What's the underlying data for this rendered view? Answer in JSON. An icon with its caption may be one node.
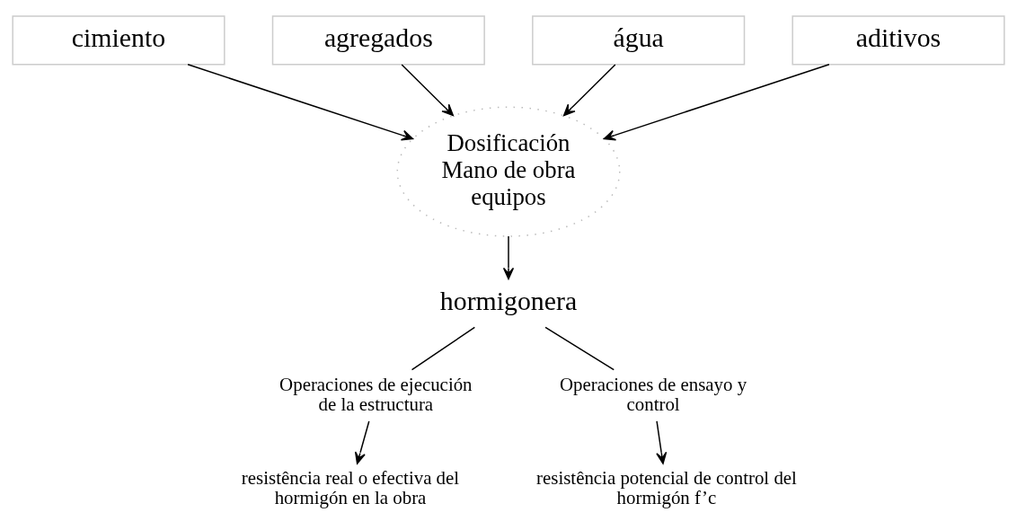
{
  "diagram": {
    "nodes": [
      {
        "text": [
          "cimiento"
        ]
      },
      {
        "text": [
          "agregados"
        ]
      },
      {
        "text": [
          "água"
        ]
      },
      {
        "text": [
          "aditivos"
        ]
      },
      {
        "text": [
          "Dosificación Mano de obra equipos"
        ]
      },
      {
        "text": [
          "hormigonera"
        ]
      },
      {
        "text": [
          "Operaciones de ejecución de la estructura"
        ]
      },
      {
        "text": [
          "Operaciones de ensayo y control"
        ]
      },
      {
        "text": [
          "resistência real o efectiva del hormigón en la obra"
        ]
      },
      {
        "text": [
          "resistência potencial de control del hormigón f’c"
        ]
      }
    ],
    "edges": [
      {
        "from": 0,
        "to": 4,
        "arrow": "to"
      },
      {
        "from": 1,
        "to": 4,
        "arrow": "to"
      },
      {
        "from": 2,
        "to": 4,
        "arrow": "to"
      },
      {
        "from": 3,
        "to": 4,
        "arrow": "to"
      },
      {
        "from": 4,
        "to": 5,
        "arrow": "to"
      },
      {
        "from": 5,
        "to": 6,
        "arrow": "none"
      },
      {
        "from": 5,
        "to": 7,
        "arrow": "none"
      },
      {
        "from": 6,
        "to": 8,
        "arrow": "to"
      },
      {
        "from": 7,
        "to": 9,
        "arrow": "to"
      }
    ]
  }
}
